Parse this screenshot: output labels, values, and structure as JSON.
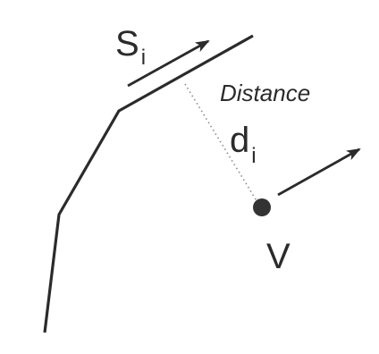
{
  "diagram": {
    "segment_label": {
      "main": "S",
      "sub": "i"
    },
    "distance_caption": "Distance",
    "distance_label": {
      "main": "d",
      "sub": "i"
    },
    "point_label": "V",
    "colors": {
      "line": "#2b2b2b",
      "dotted": "#8a8a8a",
      "point": "#333333",
      "background": "#ffffff"
    }
  }
}
